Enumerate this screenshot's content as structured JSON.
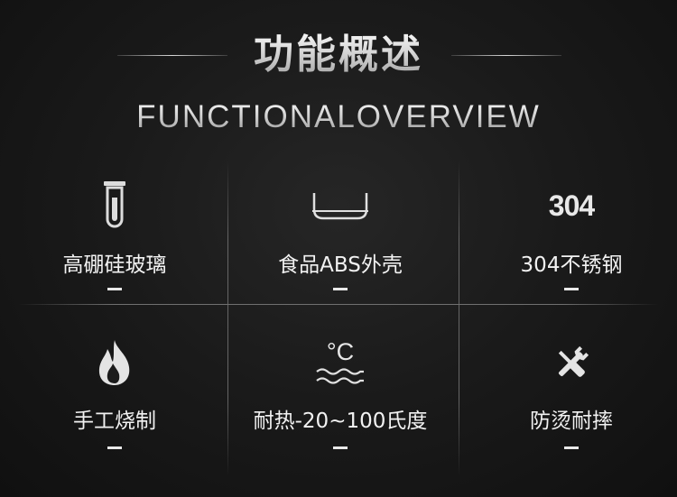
{
  "header": {
    "title": "功能概述",
    "subtitle": "FUNCTIONALOVERVIEW"
  },
  "features": [
    {
      "label": "高硼硅玻璃",
      "icon": "test-tube-icon"
    },
    {
      "label": "食品ABS外壳",
      "icon": "container-tray-icon"
    },
    {
      "label": "304不锈钢",
      "icon": "number-304-icon",
      "icon_text": "304"
    },
    {
      "label": "手工烧制",
      "icon": "flame-icon"
    },
    {
      "label": "耐热-20~100氏度",
      "icon": "celsius-water-icon",
      "icon_text": "°C"
    },
    {
      "label": "防烫耐摔",
      "icon": "wrench-screwdriver-icon"
    }
  ],
  "colors": {
    "background": "#1a1a1a",
    "text": "#f2f2f2",
    "divider": "#6a6a6a"
  }
}
